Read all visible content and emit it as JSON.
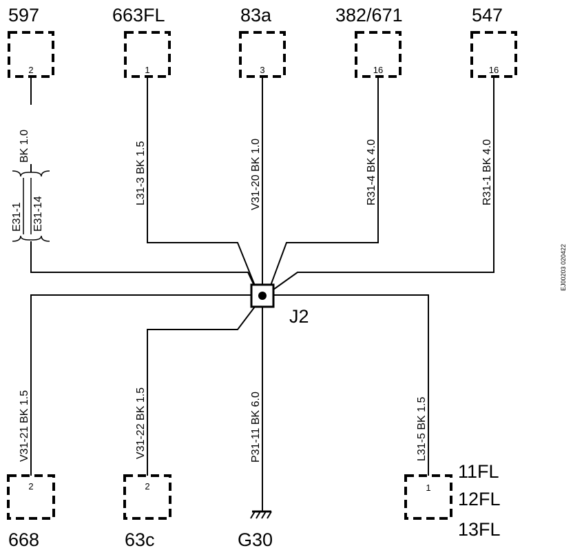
{
  "splice": {
    "name": "J2"
  },
  "ground": {
    "name": "G30"
  },
  "side_code": "EJ00203 020422",
  "connectors": {
    "c597": {
      "name": "597",
      "pin": "2"
    },
    "c663fl": {
      "name": "663FL",
      "pin": "1"
    },
    "c83a": {
      "name": "83a",
      "pin": "3"
    },
    "c382": {
      "name": "382/671",
      "pin": "16"
    },
    "c547": {
      "name": "547",
      "pin": "16"
    },
    "c668": {
      "name": "668",
      "pin": "2"
    },
    "c63c": {
      "name": "63c",
      "pin": "2"
    },
    "c11fl": {
      "names": [
        "11FL",
        "12FL",
        "13FL"
      ],
      "pin": "1"
    }
  },
  "wires": {
    "w597": {
      "label": "BK   1.0"
    },
    "w663fl": {
      "label": "L31-3   BK   1.5"
    },
    "w83a": {
      "label": "V31-20   BK   1.0"
    },
    "w382": {
      "label": "R31-4   BK   4.0"
    },
    "w547": {
      "label": "R31-1   BK   4.0"
    },
    "w668": {
      "label": "V31-21   BK   1.5"
    },
    "w63c": {
      "label": "V31-22   BK   1.5"
    },
    "wg30": {
      "label": "P31-11   BK   6.0"
    },
    "w11fl": {
      "label": "L31-5   BK   1.5"
    }
  },
  "options": {
    "a": "E31-1",
    "b": "E31-14"
  }
}
